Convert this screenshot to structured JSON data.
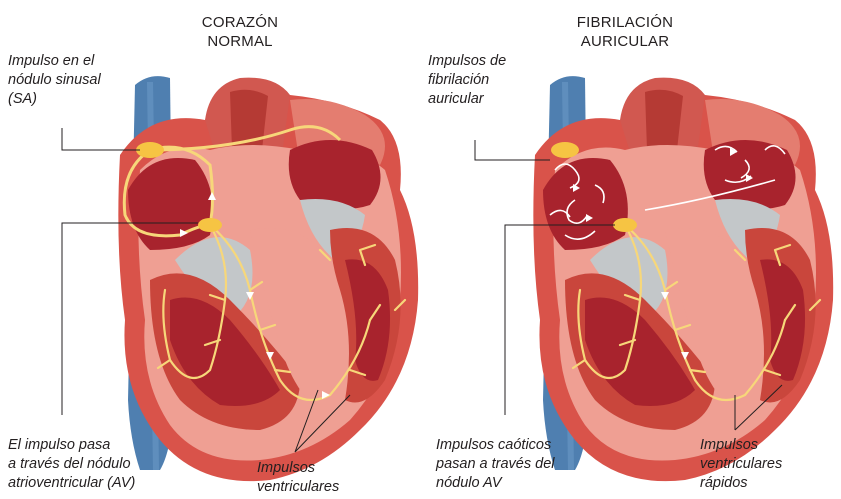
{
  "normal": {
    "title_line1": "CORAZÓN",
    "title_line2": "NORMAL",
    "sa_label": [
      "Impulso en el",
      "nódulo sinusal",
      "(SA)"
    ],
    "av_label": [
      "El impulso pasa",
      "a través del nódulo",
      "atrioventricular (AV)"
    ],
    "ventricular_label": [
      "Impulsos",
      "ventriculares"
    ]
  },
  "fibrillation": {
    "title_line1": "FIBRILACIÓN",
    "title_line2": "AURICULAR",
    "atrial_label": [
      "Impulsos de",
      "fibrilación",
      "auricular"
    ],
    "av_label": [
      "Impulsos caóticos",
      "pasan a través del",
      "nódulo AV"
    ],
    "ventricular_label": [
      "Impulsos",
      "ventriculares",
      "rápidos"
    ]
  },
  "colors": {
    "vein_blue": "#4f7fb0",
    "muscle_dark": "#a8232d",
    "muscle_mid": "#c9463c",
    "tissue_pink": "#ef9f93",
    "outer_red": "#d9534a",
    "valve_gray": "#c3c7c9",
    "impulse_yellow": "#f7d77a",
    "node_yellow": "#f6c443"
  }
}
